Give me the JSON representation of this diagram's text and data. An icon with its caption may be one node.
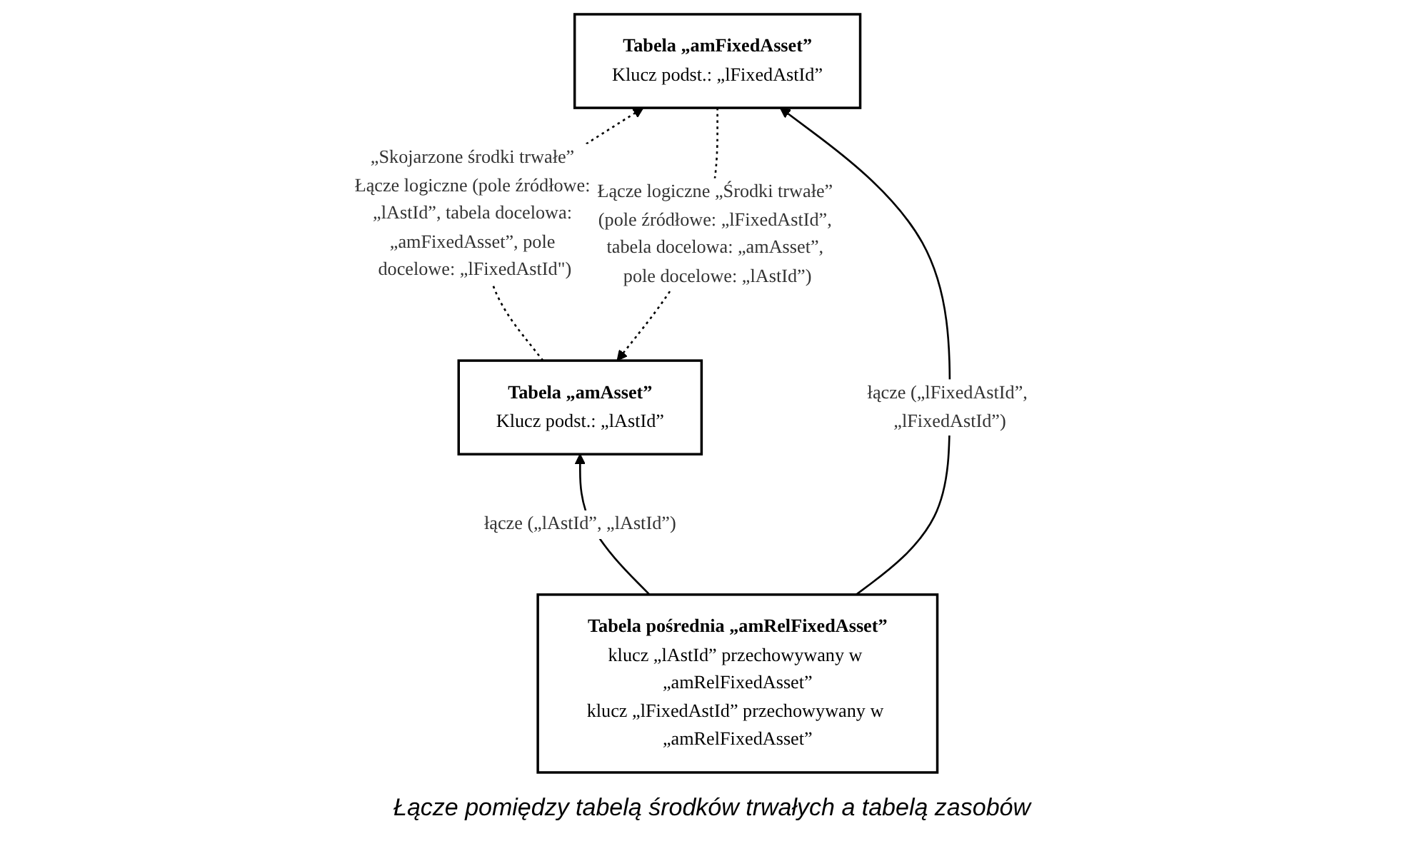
{
  "diagram": {
    "caption": "Łącze pomiędzy tabelą środków trwałych a tabelą zasobów",
    "nodes": [
      {
        "text": [
          "Tabela „amAsset”",
          "Klucz podst.: „lAstId”"
        ]
      },
      {
        "text": [
          "Tabela „amFixedAsset”",
          "Klucz podst.: „lFixedAstId”"
        ]
      },
      {
        "text": [
          "Tabela pośrednia „amRelFixedAsset”",
          "klucz „lAstId” przechowywany w „amRelFixedAsset”",
          "klucz „lFixedAstId” przechowywany w „amRelFixedAsset”"
        ]
      }
    ],
    "edges": [
      {
        "from": 0,
        "to": 1,
        "arrow": "to",
        "style": "dashed",
        "label": "„Skojarzone środki trwałe” Łącze logiczne (pole źródłowe: „lAstId”, tabela docelowa: „amFixedAsset”, pole docelowe: „lFixedAstId\")"
      },
      {
        "from": 1,
        "to": 0,
        "arrow": "to",
        "style": "dashed",
        "label": "Łącze logiczne „Środki trwałe” (pole źródłowe: „lFixedAstId”, tabela docelowa: „amAsset”, pole docelowe: „lAstId”)"
      },
      {
        "from": 2,
        "to": 0,
        "arrow": "to",
        "label": "łącze („lAstId”, „lAstId”)"
      },
      {
        "from": 2,
        "to": 1,
        "arrow": "to",
        "label": "łącze („lFixedAstId”, „lFixedAstId”)"
      }
    ]
  }
}
